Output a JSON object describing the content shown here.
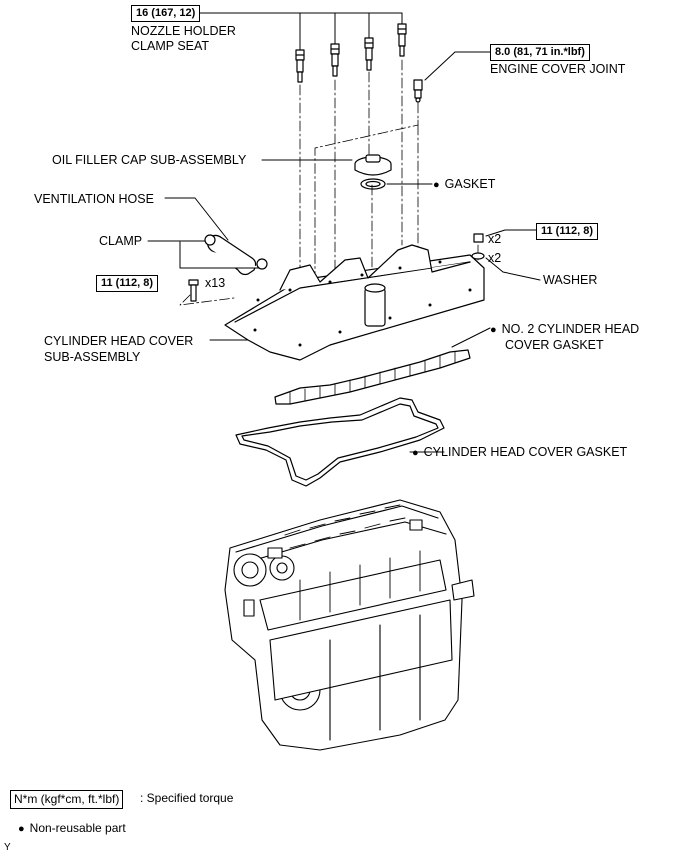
{
  "torque": {
    "nozzle": "16 (167, 12)",
    "engine_cover_joint": "8.0 (81, 71 in.*lbf)",
    "washer_nut": "11 (112, 8)",
    "head_bolts": "11 (112, 8)"
  },
  "labels": {
    "nozzle_line1": "NOZZLE HOLDER",
    "nozzle_line2": "CLAMP SEAT",
    "engine_cover_joint": "ENGINE COVER JOINT",
    "oil_filler": "OIL FILLER CAP SUB-ASSEMBLY",
    "gasket": "GASKET",
    "ventilation_hose": "VENTILATION HOSE",
    "clamp": "CLAMP",
    "washer": "WASHER",
    "head_cover_line1": "CYLINDER HEAD COVER",
    "head_cover_line2": "SUB-ASSEMBLY",
    "no2_gasket_line1": "NO. 2 CYLINDER HEAD",
    "no2_gasket_line2": "COVER GASKET",
    "head_cover_gasket": "CYLINDER HEAD COVER GASKET"
  },
  "quantities": {
    "nut": "x2",
    "washer": "x2",
    "bolt": "x13"
  },
  "legend": {
    "torque_box": "N*m (kgf*cm, ft.*lbf)",
    "torque_text": ": Specified torque",
    "non_reusable": "Non-reusable part"
  },
  "corner_mark": "Y"
}
